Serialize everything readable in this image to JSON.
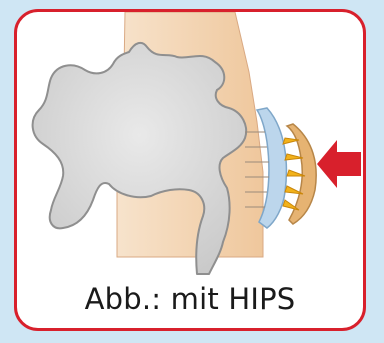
{
  "caption": "Abb.: mit HIPS",
  "colors": {
    "frame_border": "#d8202c",
    "background": "#cfe6f4",
    "tissue": "#f1cfa8",
    "bone": "#dcdcdc",
    "pad": "#bcd6ec",
    "arrow": "#d8202c",
    "force_arrows": "#f2b21a"
  },
  "icons": {
    "bone": "pelvis-bone",
    "pad": "hip-protector-pad",
    "impact": "impact-arrow"
  }
}
